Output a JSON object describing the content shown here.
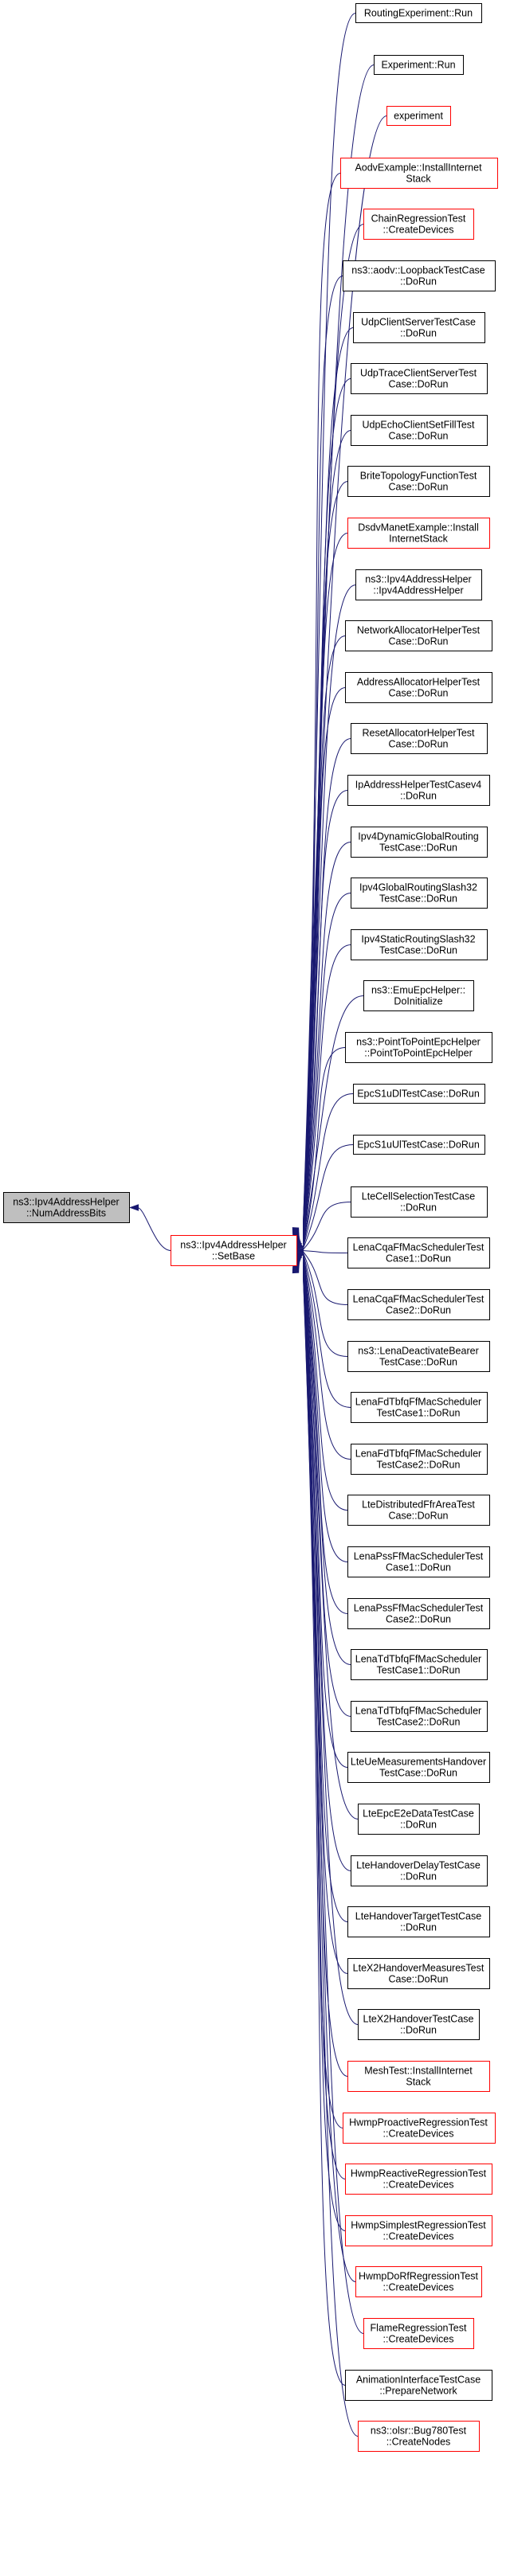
{
  "graph": {
    "colors": {
      "edge": "#191970",
      "link_border": "#ff0000",
      "normal_border": "#000000",
      "root_fill": "#bfbfbf"
    },
    "root": {
      "id": "root",
      "lines": [
        "ns3::Ipv4AddressHelper",
        "::NumAddressBits"
      ]
    },
    "hub": {
      "id": "hub",
      "lines": [
        "ns3::Ipv4AddressHelper",
        "::SetBase"
      ],
      "red": true
    },
    "callers": [
      {
        "lines": [
          "RoutingExperiment::Run"
        ],
        "red": false
      },
      {
        "lines": [
          "Experiment::Run"
        ],
        "red": false
      },
      {
        "lines": [
          "experiment"
        ],
        "red": true
      },
      {
        "lines": [
          "AodvExample::InstallInternet",
          "Stack"
        ],
        "red": true
      },
      {
        "lines": [
          "ChainRegressionTest",
          "::CreateDevices"
        ],
        "red": true
      },
      {
        "lines": [
          "ns3::aodv::LoopbackTestCase",
          "::DoRun"
        ],
        "red": false
      },
      {
        "lines": [
          "UdpClientServerTestCase",
          "::DoRun"
        ],
        "red": false
      },
      {
        "lines": [
          "UdpTraceClientServerTest",
          "Case::DoRun"
        ],
        "red": false
      },
      {
        "lines": [
          "UdpEchoClientSetFillTest",
          "Case::DoRun"
        ],
        "red": false
      },
      {
        "lines": [
          "BriteTopologyFunctionTest",
          "Case::DoRun"
        ],
        "red": false
      },
      {
        "lines": [
          "DsdvManetExample::Install",
          "InternetStack"
        ],
        "red": true
      },
      {
        "lines": [
          "ns3::Ipv4AddressHelper",
          "::Ipv4AddressHelper"
        ],
        "red": false
      },
      {
        "lines": [
          "NetworkAllocatorHelperTest",
          "Case::DoRun"
        ],
        "red": false
      },
      {
        "lines": [
          "AddressAllocatorHelperTest",
          "Case::DoRun"
        ],
        "red": false
      },
      {
        "lines": [
          "ResetAllocatorHelperTest",
          "Case::DoRun"
        ],
        "red": false
      },
      {
        "lines": [
          "IpAddressHelperTestCasev4",
          "::DoRun"
        ],
        "red": false
      },
      {
        "lines": [
          "Ipv4DynamicGlobalRouting",
          "TestCase::DoRun"
        ],
        "red": false
      },
      {
        "lines": [
          "Ipv4GlobalRoutingSlash32",
          "TestCase::DoRun"
        ],
        "red": false
      },
      {
        "lines": [
          "Ipv4StaticRoutingSlash32",
          "TestCase::DoRun"
        ],
        "red": false
      },
      {
        "lines": [
          "ns3::EmuEpcHelper::",
          "DoInitialize"
        ],
        "red": false
      },
      {
        "lines": [
          "ns3::PointToPointEpcHelper",
          "::PointToPointEpcHelper"
        ],
        "red": false
      },
      {
        "lines": [
          "EpcS1uDlTestCase::DoRun"
        ],
        "red": false
      },
      {
        "lines": [
          "EpcS1uUlTestCase::DoRun"
        ],
        "red": false
      },
      {
        "lines": [
          "LteCellSelectionTestCase",
          "::DoRun"
        ],
        "red": false
      },
      {
        "lines": [
          "LenaCqaFfMacSchedulerTest",
          "Case1::DoRun"
        ],
        "red": false
      },
      {
        "lines": [
          "LenaCqaFfMacSchedulerTest",
          "Case2::DoRun"
        ],
        "red": false
      },
      {
        "lines": [
          "ns3::LenaDeactivateBearer",
          "TestCase::DoRun"
        ],
        "red": false
      },
      {
        "lines": [
          "LenaFdTbfqFfMacScheduler",
          "TestCase1::DoRun"
        ],
        "red": false
      },
      {
        "lines": [
          "LenaFdTbfqFfMacScheduler",
          "TestCase2::DoRun"
        ],
        "red": false
      },
      {
        "lines": [
          "LteDistributedFfrAreaTest",
          "Case::DoRun"
        ],
        "red": false
      },
      {
        "lines": [
          "LenaPssFfMacSchedulerTest",
          "Case1::DoRun"
        ],
        "red": false
      },
      {
        "lines": [
          "LenaPssFfMacSchedulerTest",
          "Case2::DoRun"
        ],
        "red": false
      },
      {
        "lines": [
          "LenaTdTbfqFfMacScheduler",
          "TestCase1::DoRun"
        ],
        "red": false
      },
      {
        "lines": [
          "LenaTdTbfqFfMacScheduler",
          "TestCase2::DoRun"
        ],
        "red": false
      },
      {
        "lines": [
          "LteUeMeasurementsHandover",
          "TestCase::DoRun"
        ],
        "red": false
      },
      {
        "lines": [
          "LteEpcE2eDataTestCase",
          "::DoRun"
        ],
        "red": false
      },
      {
        "lines": [
          "LteHandoverDelayTestCase",
          "::DoRun"
        ],
        "red": false
      },
      {
        "lines": [
          "LteHandoverTargetTestCase",
          "::DoRun"
        ],
        "red": false
      },
      {
        "lines": [
          "LteX2HandoverMeasuresTest",
          "Case::DoRun"
        ],
        "red": false
      },
      {
        "lines": [
          "LteX2HandoverTestCase",
          "::DoRun"
        ],
        "red": false
      },
      {
        "lines": [
          "MeshTest::InstallInternet",
          "Stack"
        ],
        "red": true
      },
      {
        "lines": [
          "HwmpProactiveRegressionTest",
          "::CreateDevices"
        ],
        "red": true
      },
      {
        "lines": [
          "HwmpReactiveRegressionTest",
          "::CreateDevices"
        ],
        "red": true
      },
      {
        "lines": [
          "HwmpSimplestRegressionTest",
          "::CreateDevices"
        ],
        "red": true
      },
      {
        "lines": [
          "HwmpDoRfRegressionTest",
          "::CreateDevices"
        ],
        "red": true
      },
      {
        "lines": [
          "FlameRegressionTest",
          "::CreateDevices"
        ],
        "red": true
      },
      {
        "lines": [
          "AnimationInterfaceTestCase",
          "::PrepareNetwork"
        ],
        "red": false
      },
      {
        "lines": [
          "ns3::olsr::Bug780Test",
          "::CreateNodes"
        ],
        "red": true
      }
    ]
  }
}
